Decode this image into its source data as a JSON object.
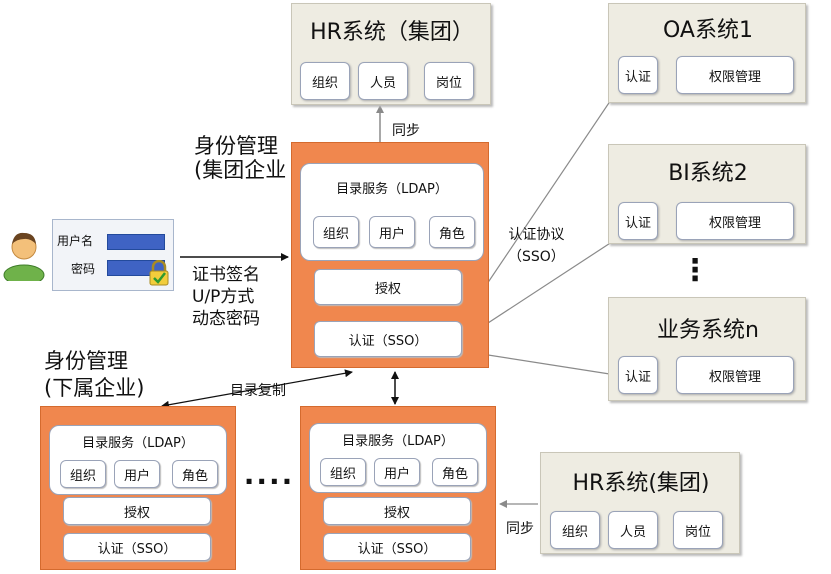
{
  "hr_top": {
    "title": "HR系统（集团）",
    "items": [
      "组织",
      "人员",
      "岗位"
    ]
  },
  "oa": {
    "title": "OA系统1",
    "auth": "认证",
    "perm": "权限管理"
  },
  "bi": {
    "title": "BI系统2",
    "auth": "认证",
    "perm": "权限管理"
  },
  "biz": {
    "title": "业务系统n",
    "auth": "认证",
    "perm": "权限管理"
  },
  "vdots": "⋮",
  "center": {
    "heading_line1": "身份管理",
    "heading_line2": "(集团企业",
    "ldap_title": "目录服务（LDAP）",
    "ldap_items": [
      "组织",
      "用户",
      "角色"
    ],
    "auth_grant": "授权",
    "sso": "认证（SSO）"
  },
  "labels": {
    "sync_top": "同步",
    "auth_protocol_1": "认证协议",
    "auth_protocol_2": "（SSO）",
    "login_methods": [
      "证书签名",
      "U/P方式",
      "动态密码"
    ],
    "dir_copy": "目录复制",
    "sync_bottom": "同步"
  },
  "login": {
    "username_label": "用户名",
    "password_label": "密码"
  },
  "sub_heading": {
    "line1": "身份管理",
    "line2": "(下属企业)"
  },
  "sub1": {
    "ldap_title": "目录服务（LDAP）",
    "ldap_items": [
      "组织",
      "用户",
      "角色"
    ],
    "auth_grant": "授权",
    "sso": "认证（SSO）"
  },
  "sub2": {
    "ldap_title": "目录服务（LDAP）",
    "ldap_items": [
      "组织",
      "用户",
      "角色"
    ],
    "auth_grant": "授权",
    "sso": "认证（SSO）"
  },
  "hdots": "····",
  "hr_bottom": {
    "title": "HR系统(集团)",
    "items": [
      "组织",
      "人员",
      "岗位"
    ]
  },
  "colors": {
    "org_fill": "#f0874e",
    "sys_fill": "#eeece2",
    "field_blue": "#3f63c4"
  }
}
